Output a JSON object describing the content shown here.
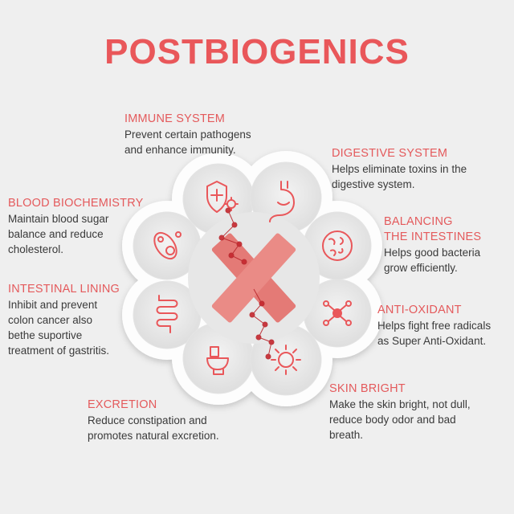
{
  "title": "POSTBIOGENICS",
  "colors": {
    "accent": "#e9575a",
    "text": "#3a3a3a",
    "background": "#efefef"
  },
  "benefits": [
    {
      "heading": "IMMUNE SYSTEM",
      "text": "Prevent certain pathogens\nand enhance immunity.",
      "icon": "immune-shield-virus-icon"
    },
    {
      "heading": "DIGESTIVE SYSTEM",
      "text": "Helps eliminate toxins in the\ndigestive system.",
      "icon": "stomach-icon"
    },
    {
      "heading": "BLOOD BIOCHEMISTRY",
      "text": "Maintain blood sugar\nbalance and reduce\ncholesterol.",
      "icon": "blood-cells-icon"
    },
    {
      "heading": "BALANCING\nTHE INTESTINES",
      "text": "Helps good bacteria\ngrow efficiently.",
      "icon": "bacteria-icon"
    },
    {
      "heading": "INTESTINAL LINING",
      "text": "Inhibit and prevent\ncolon cancer also\nbethe suportive\ntreatment of gastritis.",
      "icon": "intestine-icon"
    },
    {
      "heading": "ANTI-OXIDANT",
      "text": "Helps fight free radicals\nas Super Anti-Oxidant.",
      "icon": "molecule-icon"
    },
    {
      "heading": "EXCRETION",
      "text": "Reduce constipation and\npromotes natural excretion.",
      "icon": "toilet-icon"
    },
    {
      "heading": "SKIN BRIGHT",
      "text": "Make the skin bright, not dull,\nreduce body odor and bad\nbreath.",
      "icon": "sun-icon"
    }
  ]
}
